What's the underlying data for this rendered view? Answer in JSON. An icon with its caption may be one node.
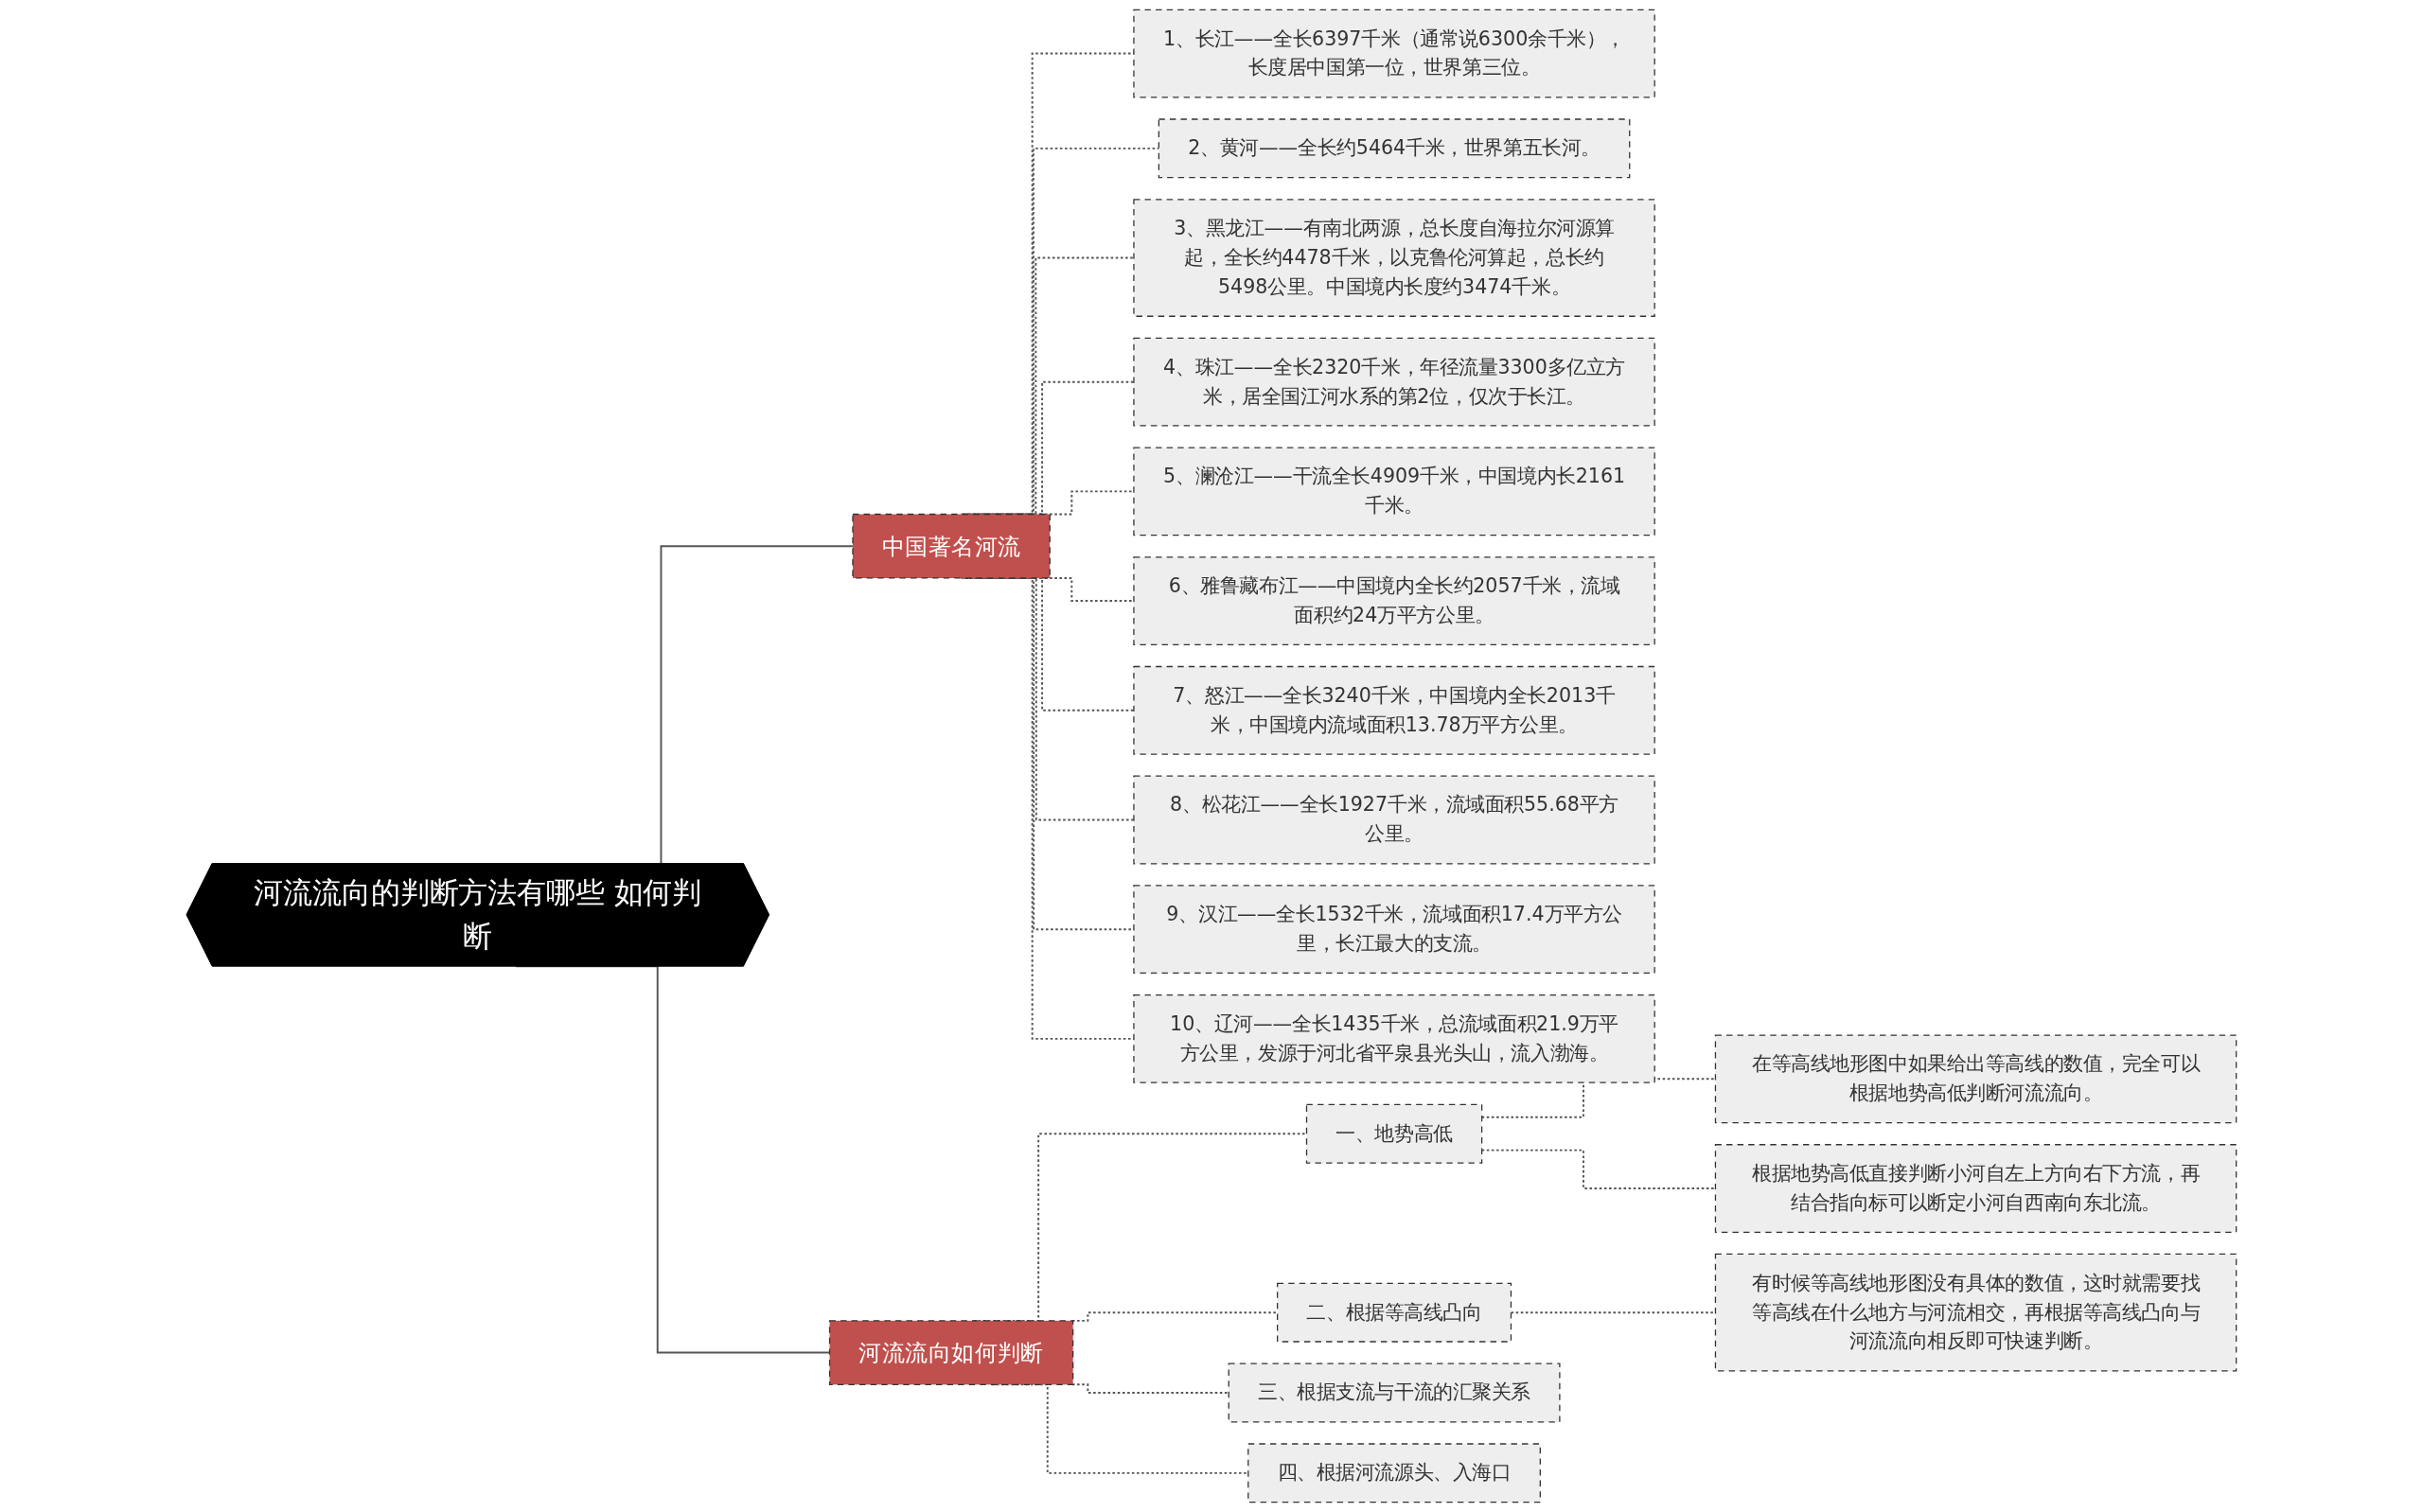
{
  "diagram": {
    "nodes": [
      {
        "text": [
          "河流流向的判断方法有哪些 如何判断"
        ]
      },
      {
        "text": [
          "中国著名河流"
        ]
      },
      {
        "text": [
          "1、长江——全长6397千米（通常说6300余千米），长度居中国第一位，世界第三位。"
        ]
      },
      {
        "text": [
          "2、黄河——全长约5464千米，世界第五长河。"
        ]
      },
      {
        "text": [
          "3、黑龙江——有南北两源，总长度自海拉尔河源算起，全长约4478千米，以克鲁伦河算起，总长约5498公里。中国境内长度约3474千米。"
        ]
      },
      {
        "text": [
          "4、珠江——全长2320千米，年径流量3300多亿立方米，居全国江河水系的第2位，仅次于长江。"
        ]
      },
      {
        "text": [
          "5、澜沧江——干流全长4909千米，中国境内长2161千米。"
        ]
      },
      {
        "text": [
          "6、雅鲁藏布江——中国境内全长约2057千米，流域面积约24万平方公里。"
        ]
      },
      {
        "text": [
          "7、怒江——全长3240千米，中国境内全长2013千米，中国境内流域面积13.78万平方公里。"
        ]
      },
      {
        "text": [
          "8、松花江——全长1927千米，流域面积55.68平方公里。"
        ]
      },
      {
        "text": [
          "9、汉江——全长1532千米，流域面积17.4万平方公里，长江最大的支流。"
        ]
      },
      {
        "text": [
          "10、辽河——全长1435千米，总流域面积21.9万平方公里，发源于河北省平泉县光头山，流入渤海。"
        ]
      },
      {
        "text": [
          "河流流向如何判断"
        ]
      },
      {
        "text": [
          "一、地势高低"
        ]
      },
      {
        "text": [
          "在等高线地形图中如果给出等高线的数值，完全可以根据地势高低判断河流流向。"
        ]
      },
      {
        "text": [
          "根据地势高低直接判断小河自左上方向右下方流，再结合指向标可以断定小河自西南向东北流。"
        ]
      },
      {
        "text": [
          "二、根据等高线凸向"
        ]
      },
      {
        "text": [
          "有时候等高线地形图没有具体的数值，这时就需要找等高线在什么地方与河流相交，再根据等高线凸向与河流流向相反即可快速判断。"
        ]
      },
      {
        "text": [
          "三、根据支流与干流的汇聚关系"
        ]
      },
      {
        "text": [
          "四、根据河流源头、入海口"
        ]
      }
    ],
    "edges": [
      {
        "from": 0,
        "to": 1,
        "arrow": "none"
      },
      {
        "from": 1,
        "to": 2,
        "arrow": "none",
        "style": "dashed"
      },
      {
        "from": 1,
        "to": 3,
        "arrow": "none",
        "style": "dashed"
      },
      {
        "from": 1,
        "to": 4,
        "arrow": "none",
        "style": "dashed"
      },
      {
        "from": 1,
        "to": 5,
        "arrow": "none",
        "style": "dashed"
      },
      {
        "from": 1,
        "to": 6,
        "arrow": "none",
        "style": "dashed"
      },
      {
        "from": 1,
        "to": 7,
        "arrow": "none",
        "style": "dashed"
      },
      {
        "from": 1,
        "to": 8,
        "arrow": "none",
        "style": "dashed"
      },
      {
        "from": 1,
        "to": 9,
        "arrow": "none",
        "style": "dashed"
      },
      {
        "from": 1,
        "to": 10,
        "arrow": "none",
        "style": "dashed"
      },
      {
        "from": 1,
        "to": 11,
        "arrow": "none",
        "style": "dashed"
      },
      {
        "from": 0,
        "to": 12,
        "arrow": "none"
      },
      {
        "from": 12,
        "to": 13,
        "arrow": "none",
        "style": "dashed"
      },
      {
        "from": 13,
        "to": 14,
        "arrow": "none",
        "style": "dashed"
      },
      {
        "from": 13,
        "to": 15,
        "arrow": "none",
        "style": "dashed"
      },
      {
        "from": 12,
        "to": 16,
        "arrow": "none",
        "style": "dashed"
      },
      {
        "from": 16,
        "to": 17,
        "arrow": "none",
        "style": "dashed"
      },
      {
        "from": 12,
        "to": 18,
        "arrow": "none",
        "style": "dashed"
      },
      {
        "from": 12,
        "to": 19,
        "arrow": "none",
        "style": "dashed"
      }
    ]
  }
}
